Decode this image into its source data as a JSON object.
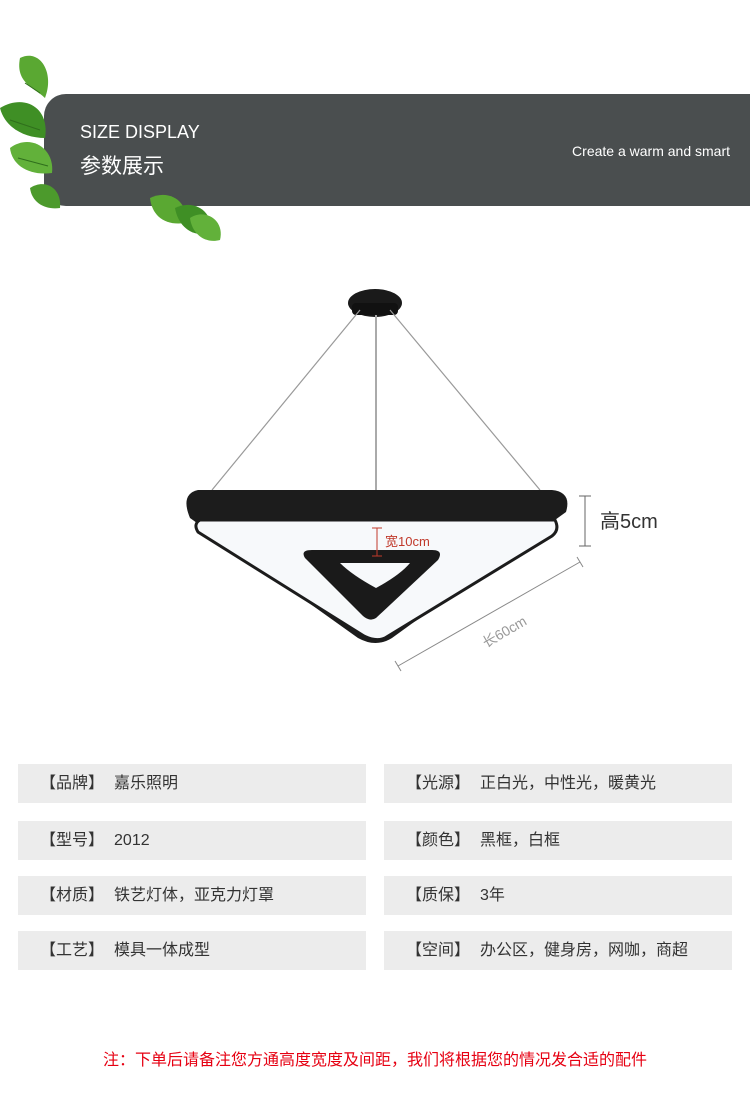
{
  "banner": {
    "title_en": "SIZE DISPLAY",
    "title_cn": "参数展示",
    "slogan": "Create a warm and smart"
  },
  "dimensions": {
    "height": "高5cm",
    "width": "宽10cm",
    "length": "长60cm"
  },
  "specs": [
    {
      "label": "【品牌】",
      "value": "嘉乐照明"
    },
    {
      "label": "【光源】",
      "value": "正白光，中性光，暖黄光"
    },
    {
      "label": "【型号】",
      "value": "2012"
    },
    {
      "label": "【颜色】",
      "value": "黑框，白框"
    },
    {
      "label": "【材质】",
      "value": "铁艺灯体，亚克力灯罩"
    },
    {
      "label": "【质保】",
      "value": "3年"
    },
    {
      "label": "【工艺】",
      "value": "模具一体成型"
    },
    {
      "label": "【空间】",
      "value": "办公区，健身房，网咖，商超"
    }
  ],
  "note": "注：下单后请备注您方通高度宽度及间距，我们将根据您的情况发合适的配件",
  "colors": {
    "banner_bg": "#4a4e4f",
    "spec_bg": "#ececec",
    "note": "#e60012",
    "dim_accent": "#c0392b"
  }
}
